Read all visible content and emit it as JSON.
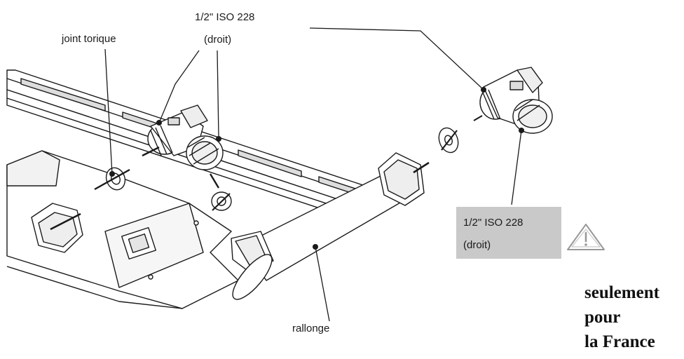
{
  "labels": {
    "o_ring": "joint torique",
    "thread_top": "1/2\"  ISO 228",
    "straight_top": "(droit)",
    "extension": "rallonge",
    "thread_box": "1/2\"  ISO 228",
    "straight_box": "(droit)"
  },
  "warning": {
    "icon": "warning-triangle-icon",
    "lines": [
      "seulement",
      "pour",
      "la France"
    ]
  },
  "colors": {
    "line": "#1a1a1a",
    "box_fill": "#c9c9c9"
  }
}
